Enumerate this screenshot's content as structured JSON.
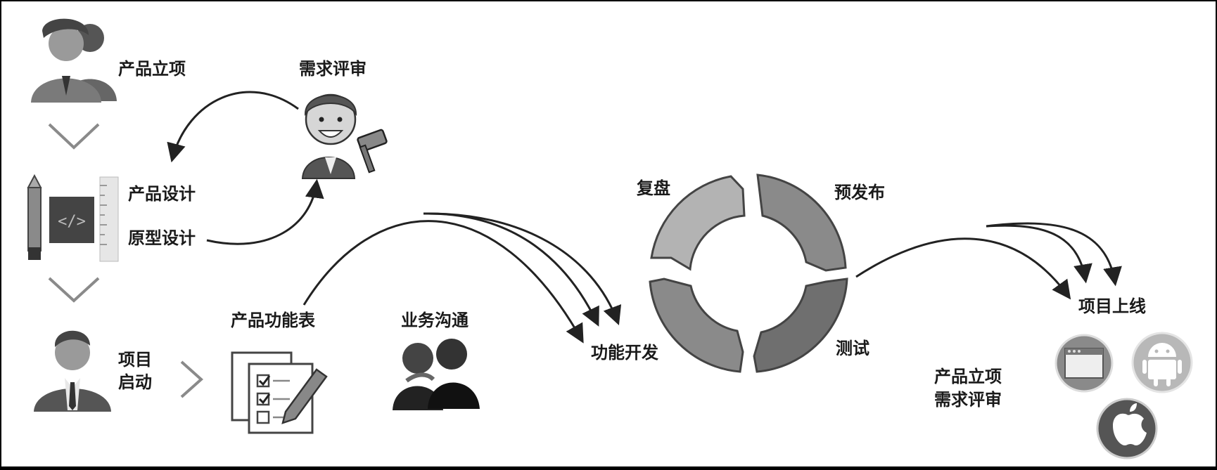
{
  "diagram": {
    "labels": {
      "product_initiation": "产品立项",
      "requirement_review": "需求评审",
      "product_design": "产品设计",
      "prototype_design": "原型设计",
      "project_start_line1": "项目",
      "project_start_line2": "启动",
      "feature_list": "产品功能表",
      "business_comm": "业务沟通",
      "feature_dev": "功能开发",
      "retrospective": "复盘",
      "pre_release": "预发布",
      "testing": "测试",
      "project_launch": "项目上线",
      "bottom_initiation": "产品立项",
      "bottom_review": "需求评审"
    },
    "icons": {
      "team": "team-icon",
      "judge": "judge-gavel-icon",
      "design_tools": "design-tools-icon",
      "manager": "manager-icon",
      "checklist": "checklist-icon",
      "meeting": "meeting-people-icon",
      "browser": "browser-icon",
      "android": "android-icon",
      "apple": "apple-icon"
    },
    "colors": {
      "ring_light": "#b3b3b3",
      "ring_mid": "#8a8a8a",
      "ring_dark": "#6f6f6f",
      "arrow": "#222222"
    }
  }
}
